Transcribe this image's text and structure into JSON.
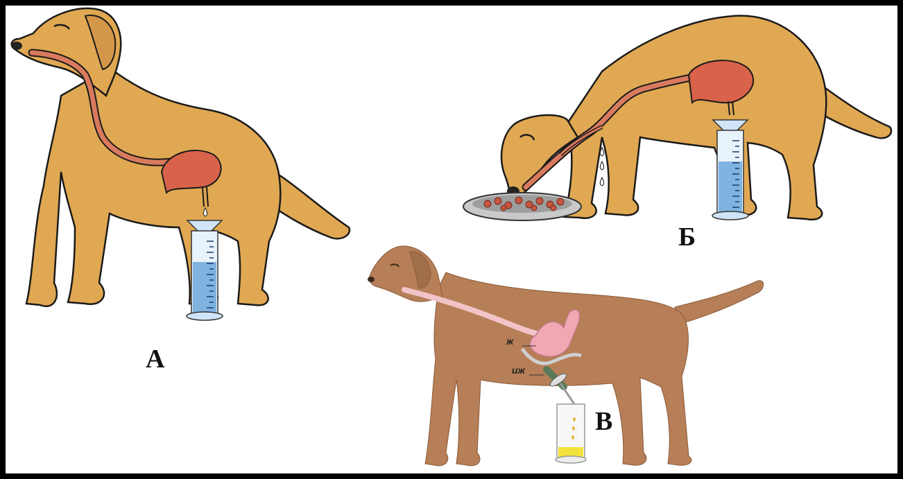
{
  "panels": {
    "a": {
      "label": "А"
    },
    "b": {
      "label": "Б"
    },
    "c": {
      "label": "В",
      "stomach_label": "ж",
      "fistula_label": "иж"
    }
  },
  "colors": {
    "dog_tan": "#E0A852",
    "dog_outline": "#1a1a1a",
    "dog_brown": "#B67F57",
    "esophagus_red": "#C8553F",
    "stomach_red": "#D9624A",
    "cylinder_blue": "#7FB3E0",
    "liquid_yellow": "#F2E23A"
  },
  "icons": [
    "dog-a-illustration",
    "dog-b-illustration",
    "dog-c-illustration",
    "graduated-cylinder-icon",
    "food-bowl-icon"
  ]
}
